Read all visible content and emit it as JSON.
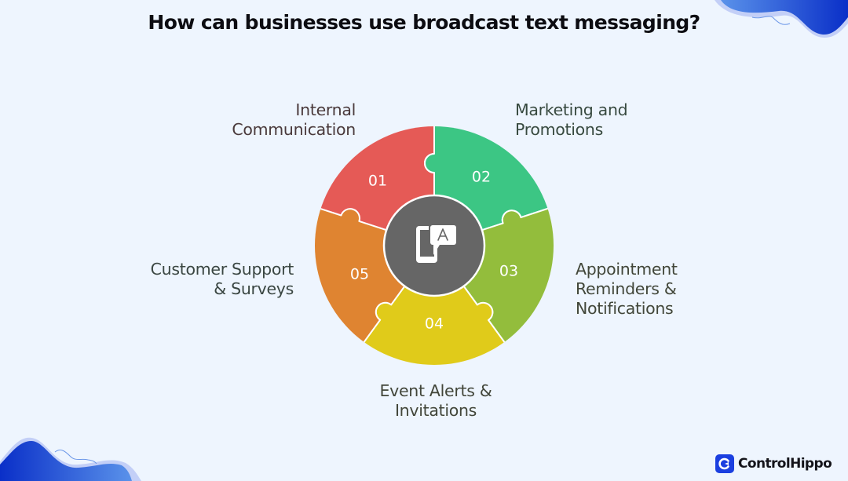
{
  "title": "How can businesses use broadcast text messaging?",
  "center_icon": "chat-translate-icon",
  "pieces": [
    {
      "number": "01",
      "label_lines": [
        "Internal",
        "Communication"
      ],
      "color": "#e55a56"
    },
    {
      "number": "02",
      "label_lines": [
        "Marketing and",
        "Promotions"
      ],
      "color": "#3cc684"
    },
    {
      "number": "03",
      "label_lines": [
        "Appointment",
        "Reminders &",
        "Notifications"
      ],
      "color": "#93bd3c"
    },
    {
      "number": "04",
      "label_lines": [
        "Event Alerts &",
        "Invitations"
      ],
      "color": "#e0cb1a"
    },
    {
      "number": "05",
      "label_lines": [
        "Customer Support",
        "& Surveys"
      ],
      "color": "#df8431"
    }
  ],
  "center_color": "#666666",
  "brand": {
    "name": "ControlHippo",
    "color": "#1b3fe0"
  }
}
